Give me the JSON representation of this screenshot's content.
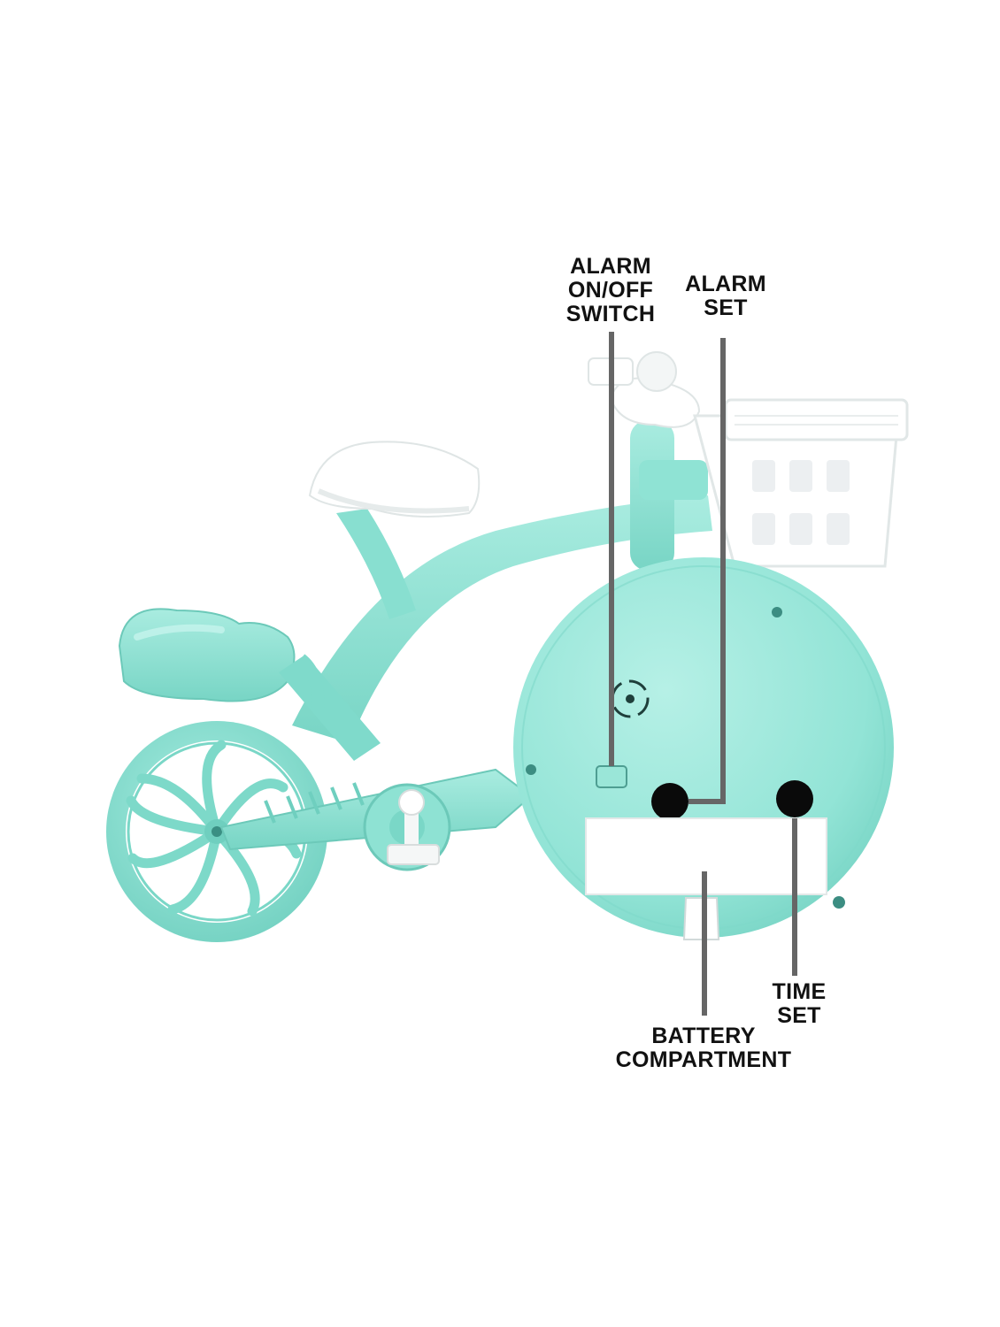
{
  "callouts": {
    "alarm_switch": {
      "line1": "ALARM",
      "line2": "ON/OFF",
      "line3": "SWITCH"
    },
    "alarm_set": {
      "line1": "ALARM",
      "line2": "SET"
    },
    "time_set": {
      "line1": "TIME",
      "line2": "SET"
    },
    "battery": {
      "line1": "BATTERY",
      "line2": "COMPARTMENT"
    }
  },
  "colors": {
    "body": "#8fe3d4",
    "body_shade": "#6fcfbf",
    "body_light": "#b4efe4",
    "white_parts": "#f7f9f9",
    "leader_line": "#666666",
    "button": "#0a0a0a"
  }
}
